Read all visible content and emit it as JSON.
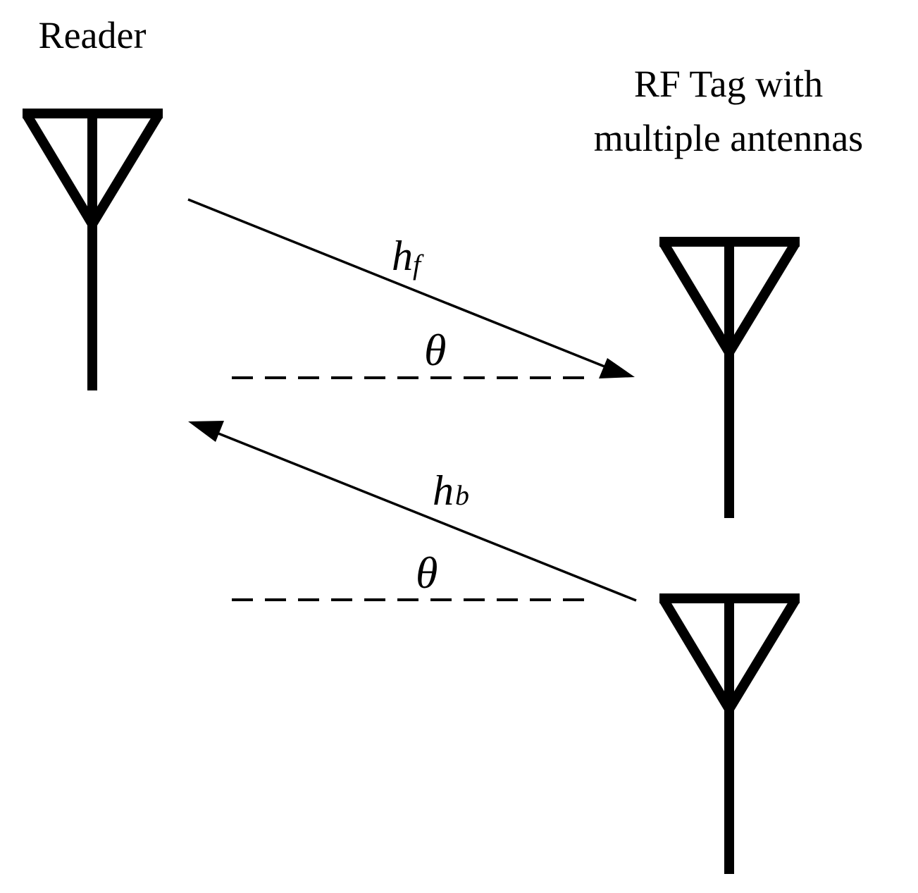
{
  "reader": {
    "label": "Reader"
  },
  "tag": {
    "label_line1": "RF Tag with",
    "label_line2": "multiple antennas"
  },
  "forward_link": {
    "symbol": "h",
    "subscript": "f",
    "angle_symbol": "θ"
  },
  "backward_link": {
    "symbol": "h",
    "subscript": "b",
    "angle_symbol": "θ"
  },
  "colors": {
    "ink": "#000000",
    "background": "#ffffff"
  }
}
